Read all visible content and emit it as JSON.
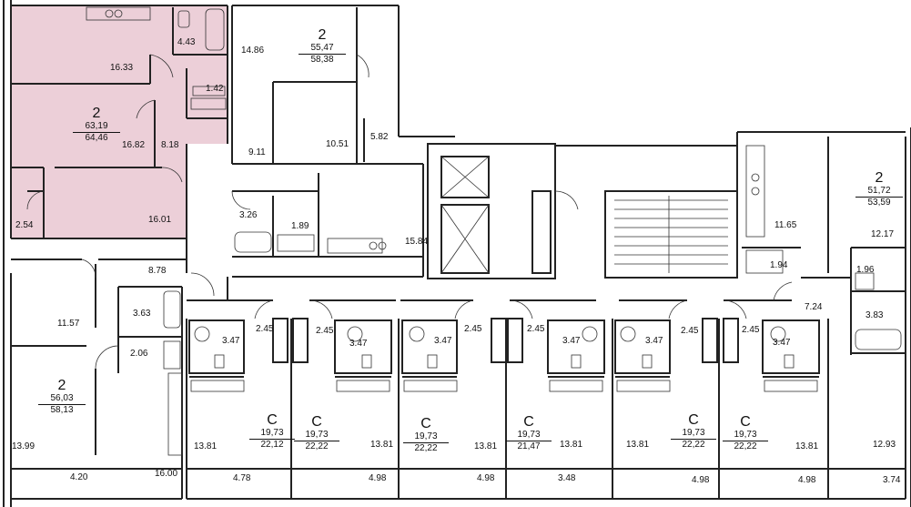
{
  "highlight_color": "#eccfd8",
  "wall_color": "#222222",
  "units": {
    "u_left_top": {
      "rooms": "2",
      "area_living": "63,19",
      "area_total": "64,46"
    },
    "u_top_mid": {
      "rooms": "2",
      "area_living": "55,47",
      "area_total": "58,38"
    },
    "u_right": {
      "rooms": "2",
      "area_living": "51,72",
      "area_total": "53,59"
    },
    "u_left_bottom": {
      "rooms": "2",
      "area_living": "56,03",
      "area_total": "58,13"
    },
    "s1": {
      "rooms": "С",
      "area_living": "19,73",
      "area_total": "22,12"
    },
    "s2": {
      "rooms": "С",
      "area_living": "19,73",
      "area_total": "22,22"
    },
    "s3": {
      "rooms": "С",
      "area_living": "19,73",
      "area_total": "22,22"
    },
    "s4": {
      "rooms": "С",
      "area_living": "19,73",
      "area_total": "21,47"
    },
    "s5": {
      "rooms": "С",
      "area_living": "19,73",
      "area_total": "22,22"
    },
    "s6": {
      "rooms": "С",
      "area_living": "19,73",
      "area_total": "22,22"
    }
  },
  "rooms": {
    "r1": "4.43",
    "r2": "16.33",
    "r3": "1.42",
    "r4": "16.82",
    "r5": "8.18",
    "r6": "16.01",
    "r7": "2.54",
    "r8": "14.86",
    "r9": "9.11",
    "r10": "10.51",
    "r11": "5.82",
    "r12": "3.26",
    "r13": "1.89",
    "r14": "15.84",
    "r15": "11.65",
    "r16": "12.17",
    "r17": "1.94",
    "r18": "1.96",
    "r19": "7.24",
    "r20": "3.83",
    "r21": "8.78",
    "r22": "3.63",
    "r23": "11.57",
    "r24": "2.06",
    "r25": "13.99",
    "r26": "4.20",
    "r27": "16.00",
    "s1_bath": "3.47",
    "s1_hall": "2.45",
    "s1_room": "13.81",
    "s1_loggia": "4.78",
    "s2_bath": "3.47",
    "s2_hall": "2.45",
    "s2_room": "13.81",
    "s2_loggia": "4.98",
    "s3_bath": "3.47",
    "s3_hall": "2.45",
    "s3_room": "13.81",
    "s3_loggia": "4.98",
    "s4_bath": "3.47",
    "s4_hall": "2.45",
    "s4_room": "13.81",
    "s4_loggia": "3.48",
    "s5_bath": "3.47",
    "s5_hall": "2.45",
    "s5_room": "13.81",
    "s5_loggia": "4.98",
    "s6_bath": "3.47",
    "s6_hall": "2.45",
    "s6_room": "13.81",
    "s6_loggia": "4.98",
    "r_right_room": "12.93",
    "r_right_loggia": "3.74"
  }
}
